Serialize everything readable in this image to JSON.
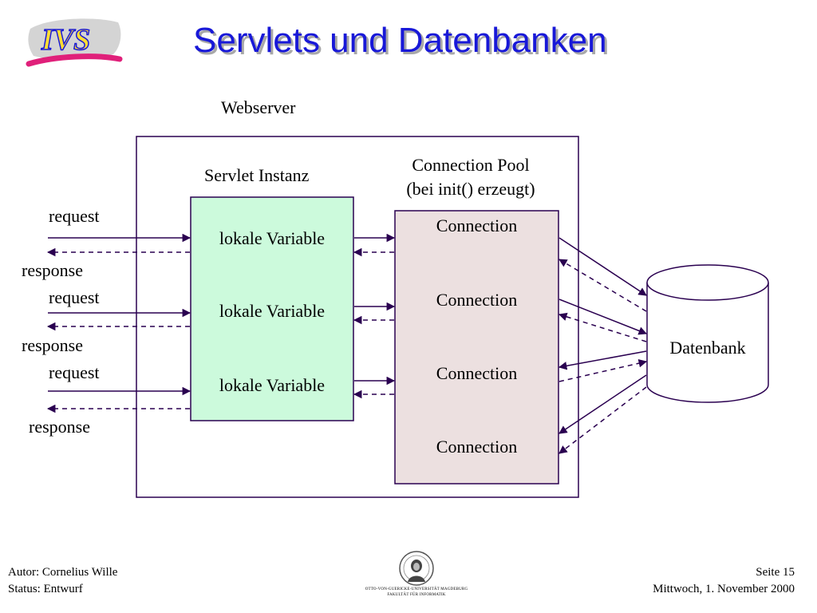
{
  "title": "Servlets und Datenbanken",
  "logo": {
    "text": "IVS"
  },
  "diagram": {
    "webserver_label": "Webserver",
    "servlet_label": "Servlet Instanz",
    "pool_label_line1": "Connection Pool",
    "pool_label_line2": "(bei init() erzeugt)",
    "local_variables": [
      "lokale Variable",
      "lokale Variable",
      "lokale Variable"
    ],
    "connections": [
      "Connection",
      "Connection",
      "Connection",
      "Connection"
    ],
    "database_label": "Datenbank",
    "requests": [
      "request",
      "request",
      "request"
    ],
    "responses": [
      "response",
      "response",
      "response"
    ]
  },
  "footer": {
    "author": "Autor: Cornelius Wille",
    "status": "Status: Entwurf",
    "page": "Seite 15",
    "date": "Mittwoch, 1. November 2000",
    "university_line1": "OTTO-VON-GUERICKE-UNIVERSITÄT MAGDEBURG",
    "university_line2": "FAKULTÄT FÜR INFORMATIK"
  },
  "colors": {
    "title": "#1818d8",
    "servlet_fill": "#ccfadc",
    "pool_fill": "#ece0e0",
    "lines": "#2a0050"
  }
}
